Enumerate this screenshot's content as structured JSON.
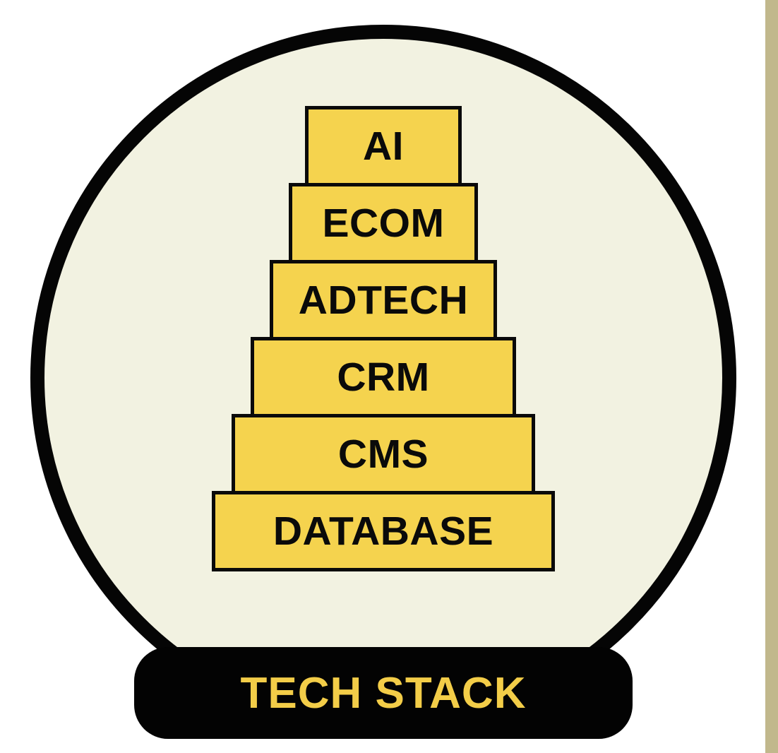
{
  "diagram": {
    "type": "tech-stack-snow-globe",
    "base": {
      "title": "TECH STACK"
    },
    "stack_layers": [
      {
        "label": "AI"
      },
      {
        "label": "ECOM"
      },
      {
        "label": "ADTECH"
      },
      {
        "label": "CRM"
      },
      {
        "label": "CMS"
      },
      {
        "label": "DATABASE"
      }
    ],
    "colors": {
      "background": "#FFFFFF",
      "side_bar": "#C1B88C",
      "globe_fill": "#F2F2E1",
      "globe_border": "#050505",
      "block_fill": "#F5D34E",
      "block_border": "#0A0A0A",
      "block_text": "#0A0A0A",
      "base_fill": "#030303",
      "base_text": "#F3CD48"
    }
  }
}
